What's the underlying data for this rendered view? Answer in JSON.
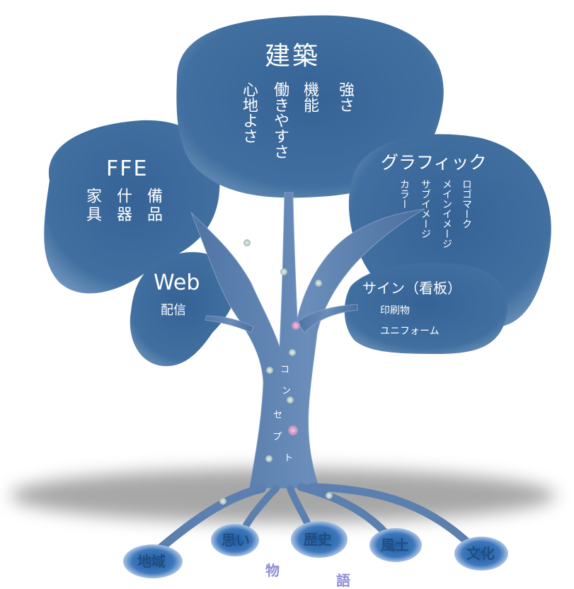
{
  "diagram": {
    "canopies": {
      "architecture": {
        "title": "建築",
        "items": [
          "強さ",
          "機能",
          "働きやすさ",
          "心地よさ"
        ]
      },
      "ffe": {
        "title": "FFE",
        "items": [
          "備品",
          "什器",
          "家具"
        ]
      },
      "graphic": {
        "title": "グラフィック",
        "items": [
          "ロゴマーク",
          "メインイメージ",
          "サブイメージ",
          "カラー"
        ]
      },
      "web": {
        "title": "Web",
        "items": [
          "配信"
        ]
      },
      "sign": {
        "title": "サイン（看板）",
        "items": [
          "印刷物",
          "ユニフォーム"
        ]
      }
    },
    "trunk": {
      "label_chars": [
        "コ",
        "ン",
        "セ",
        "プ",
        "ト"
      ]
    },
    "roots": [
      "地域",
      "思い",
      "歴史",
      "風土",
      "文化"
    ],
    "story_chars": [
      "物",
      "語"
    ],
    "colors": {
      "canopy": "#3d6d9e",
      "trunk": "#5b7fae",
      "root_node": "#3d74b4",
      "root_text": "#1f4e80",
      "story": "#8e8ed6",
      "shadow": "#8a8a8a"
    }
  }
}
